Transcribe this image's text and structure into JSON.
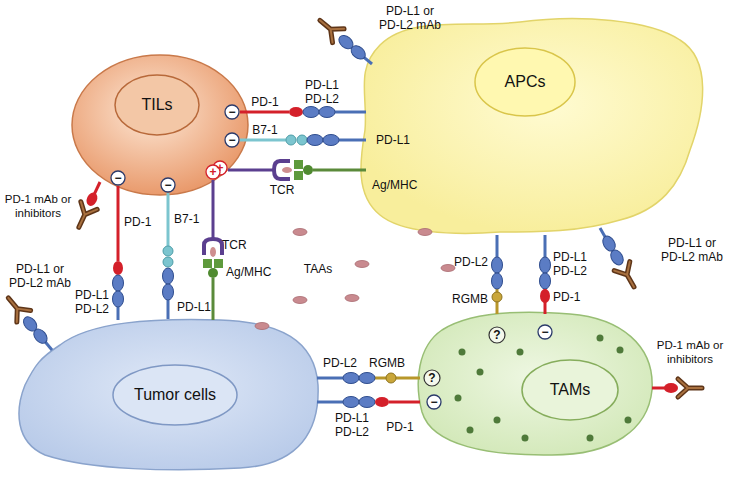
{
  "diagram": {
    "nodes": [
      {
        "text": [
          "TILs"
        ]
      },
      {
        "text": [
          "APCs"
        ]
      },
      {
        "text": [
          "Tumor cells"
        ]
      },
      {
        "text": [
          "TAMs"
        ]
      }
    ],
    "edges": [
      {
        "from": 0,
        "to": 1,
        "arrow": "none"
      },
      {
        "from": 0,
        "to": 1,
        "arrow": "none"
      },
      {
        "from": 0,
        "to": 1,
        "arrow": "none"
      },
      {
        "from": 0,
        "to": 2,
        "arrow": "none"
      },
      {
        "from": 0,
        "to": 2,
        "arrow": "none"
      },
      {
        "from": 0,
        "to": 2,
        "arrow": "none"
      },
      {
        "from": 1,
        "to": 3,
        "arrow": "none"
      },
      {
        "from": 1,
        "to": 3,
        "arrow": "none"
      },
      {
        "from": 2,
        "to": 3,
        "arrow": "none"
      },
      {
        "from": 2,
        "to": 3,
        "arrow": "none"
      }
    ],
    "labels": [
      "PD-L1 or PD-L2 mAb",
      "PD-1",
      "PD-L1 PD-L2",
      "B7-1",
      "PD-L1",
      "TCR",
      "Ag/MHC",
      "PD-1 mAb or inhibitors",
      "PD-1",
      "B7-1",
      "TCR",
      "PD-L1 PD-L2",
      "PD-L1",
      "Ag/MHC",
      "TAAs",
      "PD-L1 or PD-L2 mAb",
      "PD-L2",
      "PD-L1 PD-L2",
      "RGMB",
      "PD-1",
      "PD-1 mAb or inhibitors",
      "PD-L1 or PD-L2 mAb",
      "PD-L2",
      "RGMB",
      "PD-L1 PD-L2",
      "PD-1",
      "?",
      "?",
      "−",
      "−",
      "−",
      "−",
      "−",
      "−",
      "+",
      "+"
    ]
  }
}
